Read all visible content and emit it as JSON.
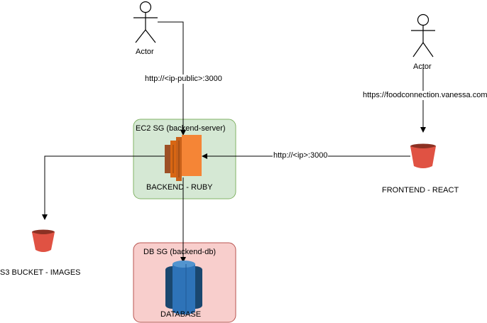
{
  "actors": {
    "left": {
      "label": "Actor"
    },
    "right": {
      "label": "Actor"
    }
  },
  "groups": {
    "ec2": {
      "label": "EC2 SG (backend-server)",
      "fill": "#d5e8d4",
      "stroke": "#82b366"
    },
    "db": {
      "label": "DB SG (backend-db)",
      "fill": "#f8cecc",
      "stroke": "#b85450"
    }
  },
  "nodes": {
    "backend": {
      "label": "BACKEND - RUBY",
      "icon": "ec2-instance-icon",
      "color": "#e7801f"
    },
    "database": {
      "label": "DATABASE",
      "icon": "rds-database-icon",
      "color": "#2e73b8"
    },
    "frontend": {
      "label": "FRONTEND - REACT",
      "icon": "s3-bucket-icon",
      "color": "#e05243"
    },
    "s3": {
      "label": "S3 BUCKET - IMAGES",
      "icon": "s3-bucket-icon",
      "color": "#e05243"
    }
  },
  "edges": {
    "actor_to_backend": {
      "label": "http://<ip-public>:3000"
    },
    "actor_to_frontend": {
      "label": "https://foodconnection.vanessa.com"
    },
    "frontend_to_backend": {
      "label": "http://<ip>:3000"
    }
  }
}
